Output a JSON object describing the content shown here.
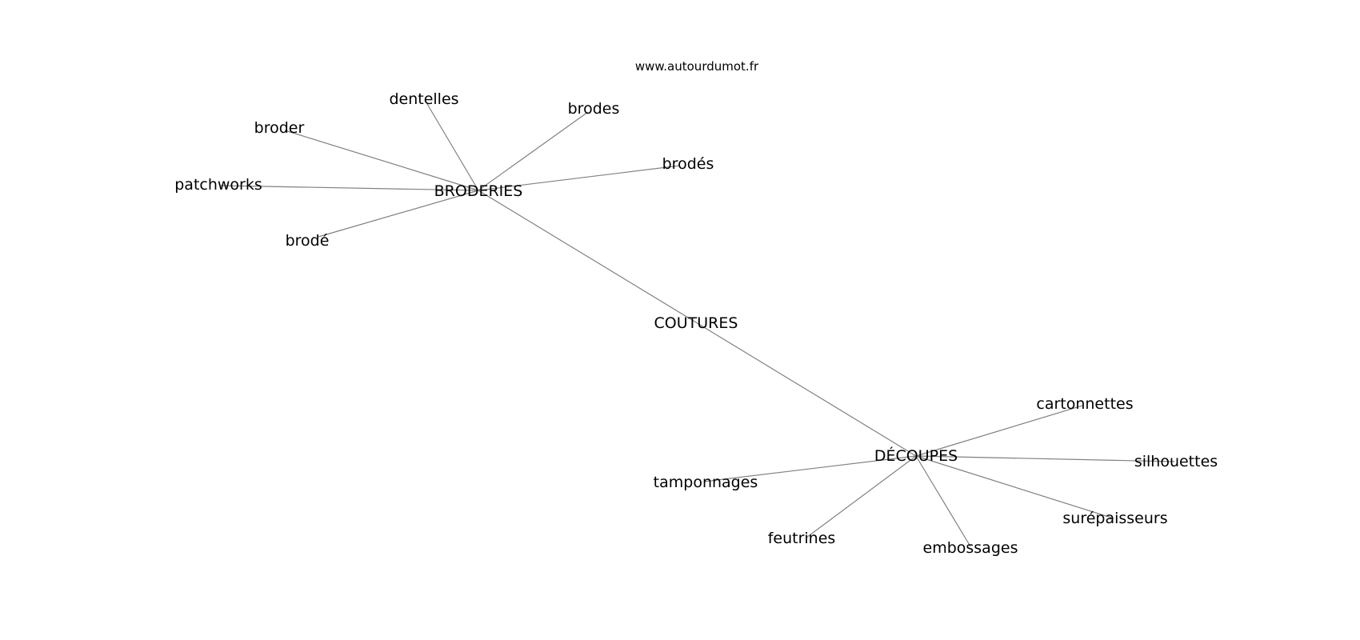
{
  "watermark": "www.autourdumot.fr",
  "graph": {
    "center": "COUTURES",
    "hubs": [
      {
        "label": "BRODERIES",
        "children": [
          "dentelles",
          "brodes",
          "broder",
          "brodés",
          "patchworks",
          "brodé"
        ]
      },
      {
        "label": "DÉCOUPES",
        "children": [
          "cartonnettes",
          "silhouettes",
          "tamponnages",
          "surépaisseurs",
          "feutrines",
          "embossages"
        ]
      }
    ]
  },
  "colors": {
    "edge": "#808080",
    "text": "#000000",
    "background": "#ffffff"
  }
}
